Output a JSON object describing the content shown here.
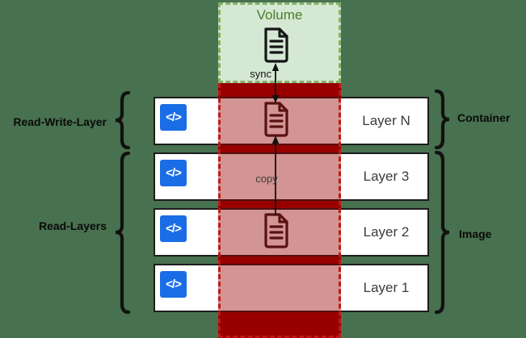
{
  "background_color": "#48714f",
  "volume": {
    "label": "Volume",
    "label_color": "#4b7d24",
    "fill_color": "#d5e8d4",
    "border_color": "#82b366"
  },
  "column": {
    "solid_color": "#9a0000",
    "overlay_color": "rgba(150,0,0,0.42)",
    "dash_color": "#c21717"
  },
  "layers": [
    {
      "label": "Layer N"
    },
    {
      "label": "Layer 3"
    },
    {
      "label": "Layer 2"
    },
    {
      "label": "Layer 1"
    }
  ],
  "groups": {
    "read_write_layer": "Read-Write-Layer",
    "read_layers": "Read-Layers",
    "container": "Container",
    "image": "Image"
  },
  "arrows": {
    "sync_label": "sync",
    "copy_label": "copy"
  },
  "icons": {
    "code_glyph": "</>",
    "code_bg": "#1a6de6",
    "document_dark_stroke": "#591111",
    "document_black_stroke": "#161616"
  }
}
